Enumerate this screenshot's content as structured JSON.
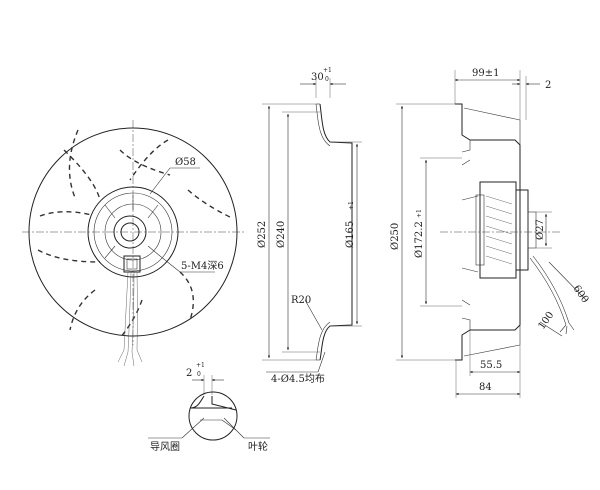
{
  "front_view": {
    "hub_diameter": "Ø58",
    "screw_holes": "5-M4深6"
  },
  "section_view": {
    "width_tolerance": {
      "main": "30",
      "sup": "+1",
      "sub": "0"
    },
    "outer_diameter": "Ø252",
    "mid_diameter": "Ø240",
    "inlet_diameter": "Ø165",
    "inlet_tolerance": "+1",
    "radius": "R20",
    "mounting_holes": "4-Ø4.5均布"
  },
  "side_view": {
    "depth": "99±1",
    "offset": "2",
    "diameter_250": "Ø250",
    "diameter_172": "Ø172.2",
    "diameter_172_tolerance": "+1",
    "hub_diameter": "Ø27",
    "cable_length": "600",
    "cable_end": "100",
    "motor_depth": "55.5",
    "base_depth": "84"
  },
  "detail_view": {
    "gap": {
      "main": "2",
      "sup": "+1",
      "sub": "0"
    },
    "label_inlet": "导风圈",
    "label_impeller": "叶轮"
  }
}
